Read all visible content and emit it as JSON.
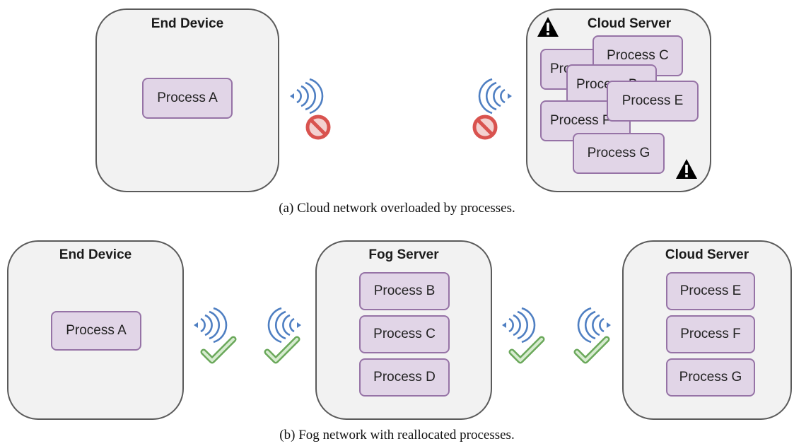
{
  "panel_a": {
    "end_device": {
      "title": "End Device",
      "process": "Process A"
    },
    "cloud_server": {
      "title": "Cloud Server",
      "processes": [
        "Process C",
        "Process B",
        "Process B",
        "Process E",
        "Process F",
        "Process G"
      ]
    },
    "caption": "(a) Cloud network overloaded by processes.",
    "link_status": "blocked",
    "warning_icon": "warning-triangle-icon"
  },
  "panel_b": {
    "end_device": {
      "title": "End Device",
      "process": "Process A"
    },
    "fog_server": {
      "title": "Fog Server",
      "processes": [
        "Process B",
        "Process C",
        "Process D"
      ]
    },
    "cloud_server": {
      "title": "Cloud Server",
      "processes": [
        "Process E",
        "Process F",
        "Process G"
      ]
    },
    "caption": "(b) Fog network with reallocated processes.",
    "link_status": "ok"
  },
  "colors": {
    "box_fill": "#f2f2f2",
    "box_stroke": "#5a5a5a",
    "process_fill": "#e1d5e7",
    "process_stroke": "#9673a6",
    "signal_blue": "#4f7fc2",
    "blocked_red": "#d9534f",
    "check_green": "#7dc36b"
  }
}
